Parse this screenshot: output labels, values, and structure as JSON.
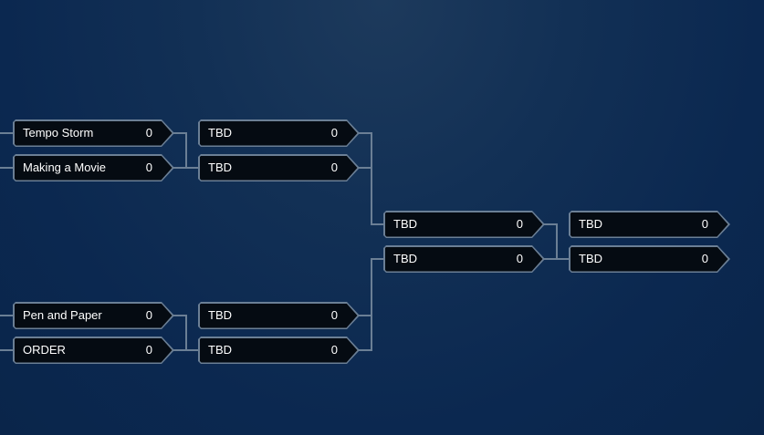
{
  "rounds": [
    {
      "matches": [
        {
          "a": {
            "name": "Tempo Storm",
            "score": "0"
          },
          "b": {
            "name": "Making a Movie",
            "score": "0"
          }
        },
        {
          "a": {
            "name": "Pen and Paper",
            "score": "0"
          },
          "b": {
            "name": "ORDER",
            "score": "0"
          }
        }
      ]
    },
    {
      "matches": [
        {
          "a": {
            "name": "TBD",
            "score": "0"
          },
          "b": {
            "name": "TBD",
            "score": "0"
          }
        },
        {
          "a": {
            "name": "TBD",
            "score": "0"
          },
          "b": {
            "name": "TBD",
            "score": "0"
          }
        }
      ]
    },
    {
      "matches": [
        {
          "a": {
            "name": "TBD",
            "score": "0"
          },
          "b": {
            "name": "TBD",
            "score": "0"
          }
        }
      ]
    },
    {
      "matches": [
        {
          "a": {
            "name": "TBD",
            "score": "0"
          },
          "b": {
            "name": "TBD",
            "score": "0"
          }
        }
      ]
    }
  ]
}
